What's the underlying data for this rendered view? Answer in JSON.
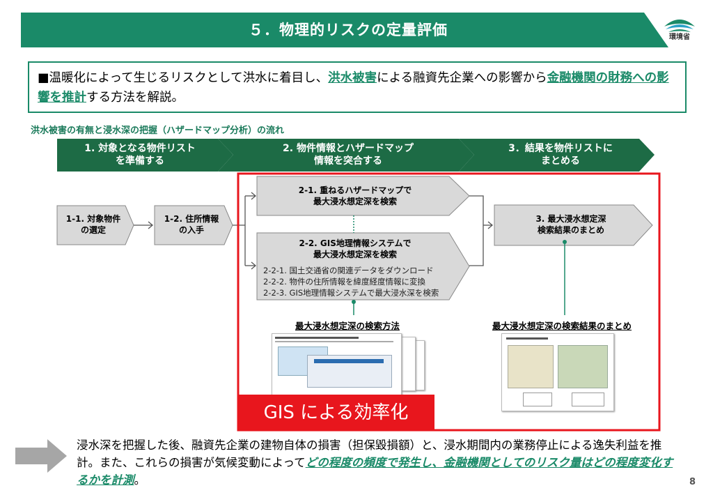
{
  "header": {
    "title": "５．物理的リスクの定量評価",
    "logo_text": "環境省"
  },
  "intro": {
    "marker": "■",
    "part1": "温暖化によって生じるリスクとして洪水に着目し、",
    "hl1": "洪水被害",
    "part2": "による融資先企業への影響から",
    "hl2": "金融機関の財務への影響を推計",
    "part3": "する方法を解説。"
  },
  "flow_title": "洪水被害の有無と浸水深の把握（ハザードマップ分析）の流れ",
  "stages": [
    {
      "line1": "1. 対象となる物件リスト",
      "line2": "を準備する"
    },
    {
      "line1": "2. 物件情報とハザードマップ",
      "line2": "情報を突合する"
    },
    {
      "line1": "3．結果を物件リストに",
      "line2": "まとめる"
    }
  ],
  "steps": {
    "s11": {
      "line1": "1-1. 対象物件",
      "line2": "の選定"
    },
    "s12": {
      "line1": "1-2. 住所情報",
      "line2": "の入手"
    },
    "s21": {
      "line1": "2-1. 重ねるハザードマップで",
      "line2": "最大浸水想定深を検索"
    },
    "s22": {
      "line1": "2-2. GIS地理情報システムで",
      "line2": "最大浸水想定深を検索"
    },
    "s3": {
      "line1": "3. 最大浸水想定深",
      "line2": "検索結果のまとめ"
    }
  },
  "substeps": [
    "2-2-1. 国土交通省の関連データをダウンロード",
    "2-2-2. 物件の住所情報を緯度経度情報に変換",
    "2-2-3. GIS地理情報システムで最大浸水深を検索"
  ],
  "labels": {
    "method": "最大浸水想定深の検索方法",
    "summary": "最大浸水想定深の検索結果のまとめ"
  },
  "gis_banner": "GIS による効率化",
  "bottom": {
    "part1": "浸水深を把握した後、融資先企業の建物自体の損害（担保毀損額）と、浸水期間内の業務停止による逸失利益を推計。また、これらの損害が気候変動によって",
    "hl": "どの程度の頻度で発生し、金融機関としてのリスク量はどの程度変化するかを計測",
    "part2": "。"
  },
  "page_number": "8",
  "colors": {
    "accent": "#1a8a68",
    "dark_green": "#1d6b45",
    "red": "#e8161d",
    "gray_box": "#d9d9d9"
  }
}
